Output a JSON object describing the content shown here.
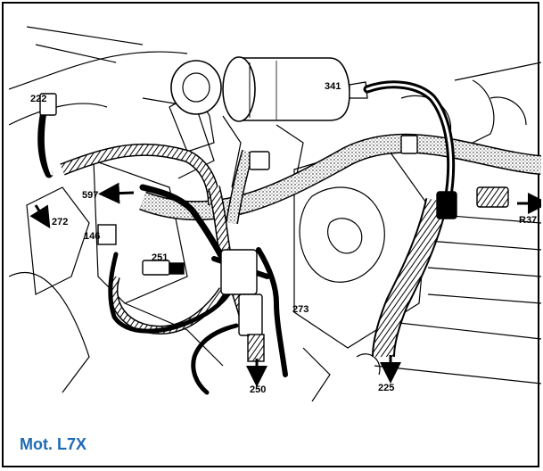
{
  "callouts": {
    "c222": "222",
    "c341": "341",
    "c597": "597",
    "c272": "272",
    "c146": "146",
    "c251": "251",
    "c273": "273",
    "c250": "250",
    "c225": "225",
    "cR37": "R37"
  },
  "caption": {
    "text": "Mot. L7X",
    "color": "#1f6bb4"
  }
}
